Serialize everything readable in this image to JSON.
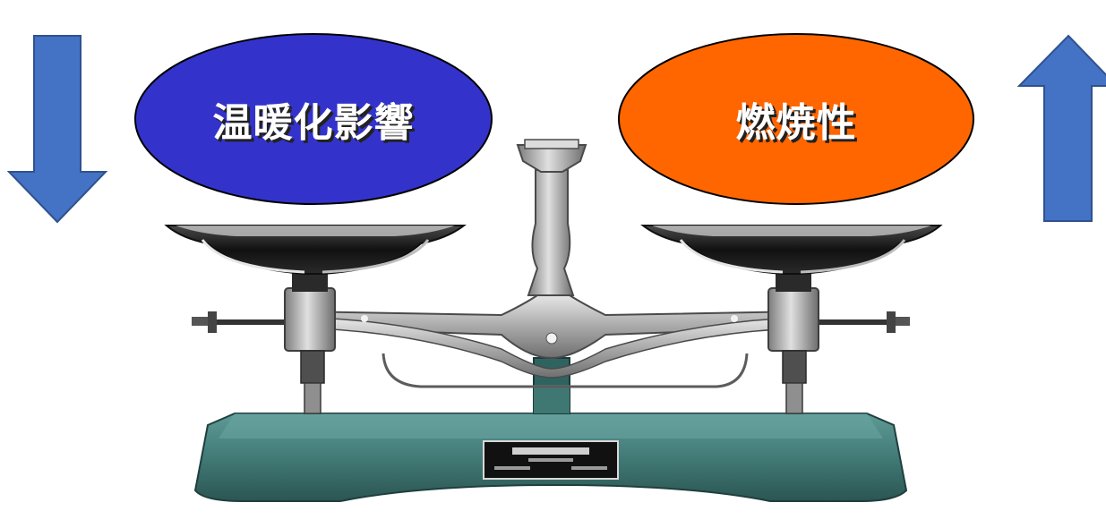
{
  "labels": {
    "left_oval": "温暖化影響",
    "right_oval": "燃焼性"
  },
  "colors": {
    "left_oval_fill": "#3333cc",
    "right_oval_fill": "#ff6600",
    "arrow_fill": "#4472c4",
    "oval_stroke": "#000000",
    "scale_base": "#4f8a86",
    "scale_metal": "#a8a8a8",
    "pan_dark": "#1e1e1e"
  },
  "arrows": {
    "left_direction": "down",
    "right_direction": "up"
  },
  "icons": {
    "left_arrow": "arrow-down-icon",
    "right_arrow": "arrow-up-icon",
    "scale": "balance-scale-icon"
  }
}
